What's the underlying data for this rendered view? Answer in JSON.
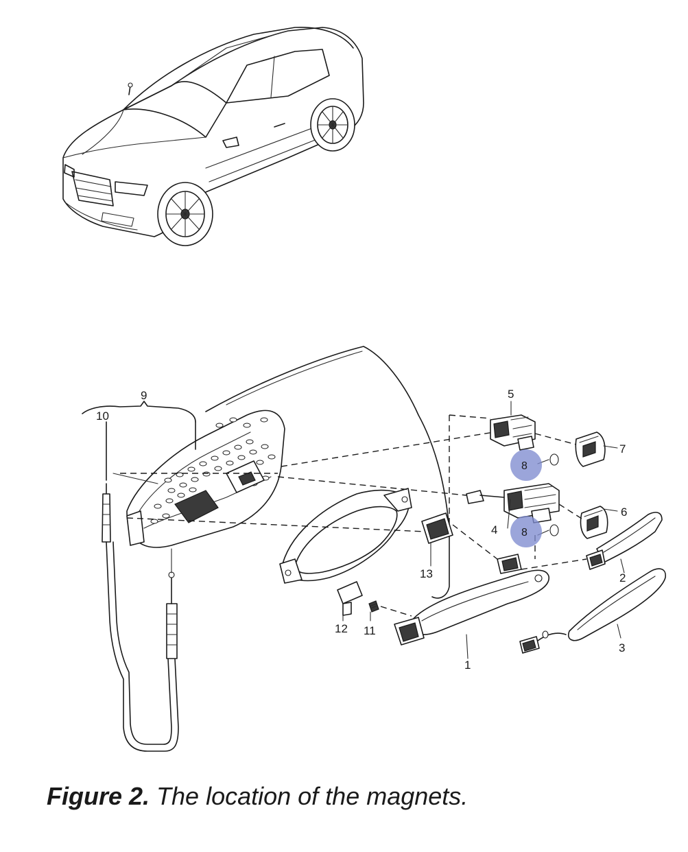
{
  "figure": {
    "caption_label": "Figure 2.",
    "caption_text": " The location of the magnets."
  },
  "callouts": {
    "c1": "1",
    "c2": "2",
    "c3": "3",
    "c4": "4",
    "c5": "5",
    "c6": "6",
    "c7": "7",
    "c8a": "8",
    "c8b": "8",
    "c9": "9",
    "c10": "10",
    "c11": "11",
    "c12": "12",
    "c13": "13"
  },
  "highlight_color": "#7f8cd0"
}
